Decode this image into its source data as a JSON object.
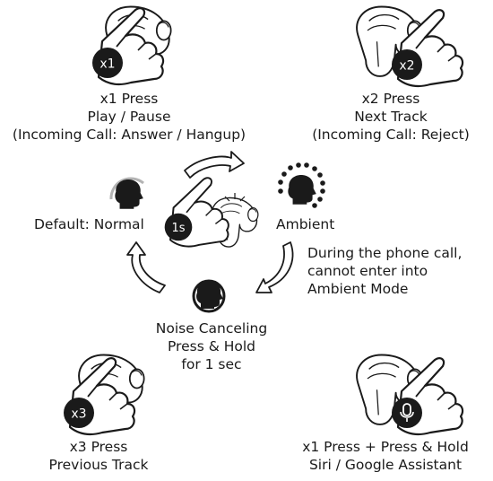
{
  "gestures": [
    {
      "id": "x1",
      "badge": "x1",
      "lines": [
        "x1 Press",
        "Play / Pause",
        "(Incoming Call: Answer / Hangup)"
      ]
    },
    {
      "id": "x2",
      "badge": "x2",
      "lines": [
        "x2 Press",
        "Next Track",
        "(Incoming Call: Reject)"
      ]
    },
    {
      "id": "x3",
      "badge": "x3",
      "lines": [
        "x3 Press",
        "Previous Track"
      ]
    },
    {
      "id": "hold",
      "badge": "",
      "lines": [
        "x1 Press + Press & Hold",
        "Siri / Google Assistant"
      ]
    }
  ],
  "anc_cycle": {
    "center_badge": "1s",
    "modes": {
      "normal": "Default: Normal",
      "ambient": "Ambient",
      "noise_canceling": "Noise Canceling"
    },
    "hold_instruction": [
      "Press & Hold",
      "for 1 sec"
    ],
    "ambient_note": [
      "During the phone call,",
      "cannot enter into",
      "Ambient Mode"
    ]
  },
  "icons": {
    "earbud": "earbud-icon",
    "hand": "pointing-hand-icon",
    "head": "head-silhouette-icon",
    "mic": "microphone-icon"
  }
}
